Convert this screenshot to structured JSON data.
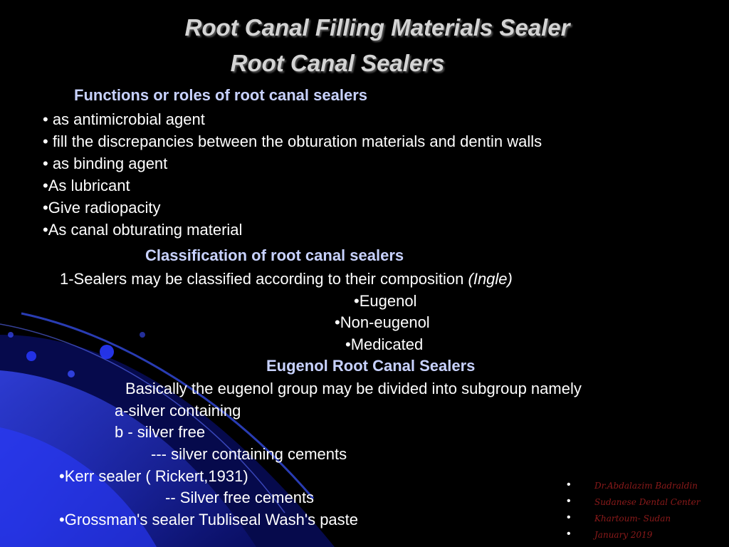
{
  "colors": {
    "background": "#000000",
    "accent_blue": "#1a2bd6",
    "heading_text": "#c8d2ff",
    "title_text": "#d4d4d4",
    "signature_text": "#8b1a1a"
  },
  "title": {
    "line1": "Root Canal Filling Materials Sealer",
    "line2": "Root Canal Sealers"
  },
  "functions": {
    "heading": "Functions or roles  of root canal sealers",
    "items": [
      "• as antimicrobial agent",
      "• fill the discrepancies between the obturation materials and dentin walls",
      "• as binding agent",
      "•As lubricant",
      "•Give radiopacity",
      "•As canal obturating material"
    ]
  },
  "classification": {
    "heading": "Classification of  root canal sealers",
    "intro": "1-Sealers may be classified according to their composition ",
    "intro_source": "(Ingle)",
    "types": [
      "•Eugenol",
      "•Non-eugenol",
      "•Medicated"
    ]
  },
  "eugenol": {
    "heading": "Eugenol  Root Canal Sealers",
    "intro": "Basically the eugenol group may be divided into subgroup namely",
    "sub_a": "a-silver containing",
    "sub_b": "b - silver free",
    "silver_containing": "---   silver containing cements",
    "kerr": "•Kerr sealer ( Rickert,1931)",
    "silver_free": "--  Silver free cements",
    "grossman": "•Grossman's  sealer    Tubliseal  Wash's paste"
  },
  "signature": {
    "bullet": "•",
    "lines": [
      "Dr.Abdalazim Badraldin",
      "Sudanese Dental Center",
      "Khartoum- Sudan",
      "January 2019"
    ]
  }
}
